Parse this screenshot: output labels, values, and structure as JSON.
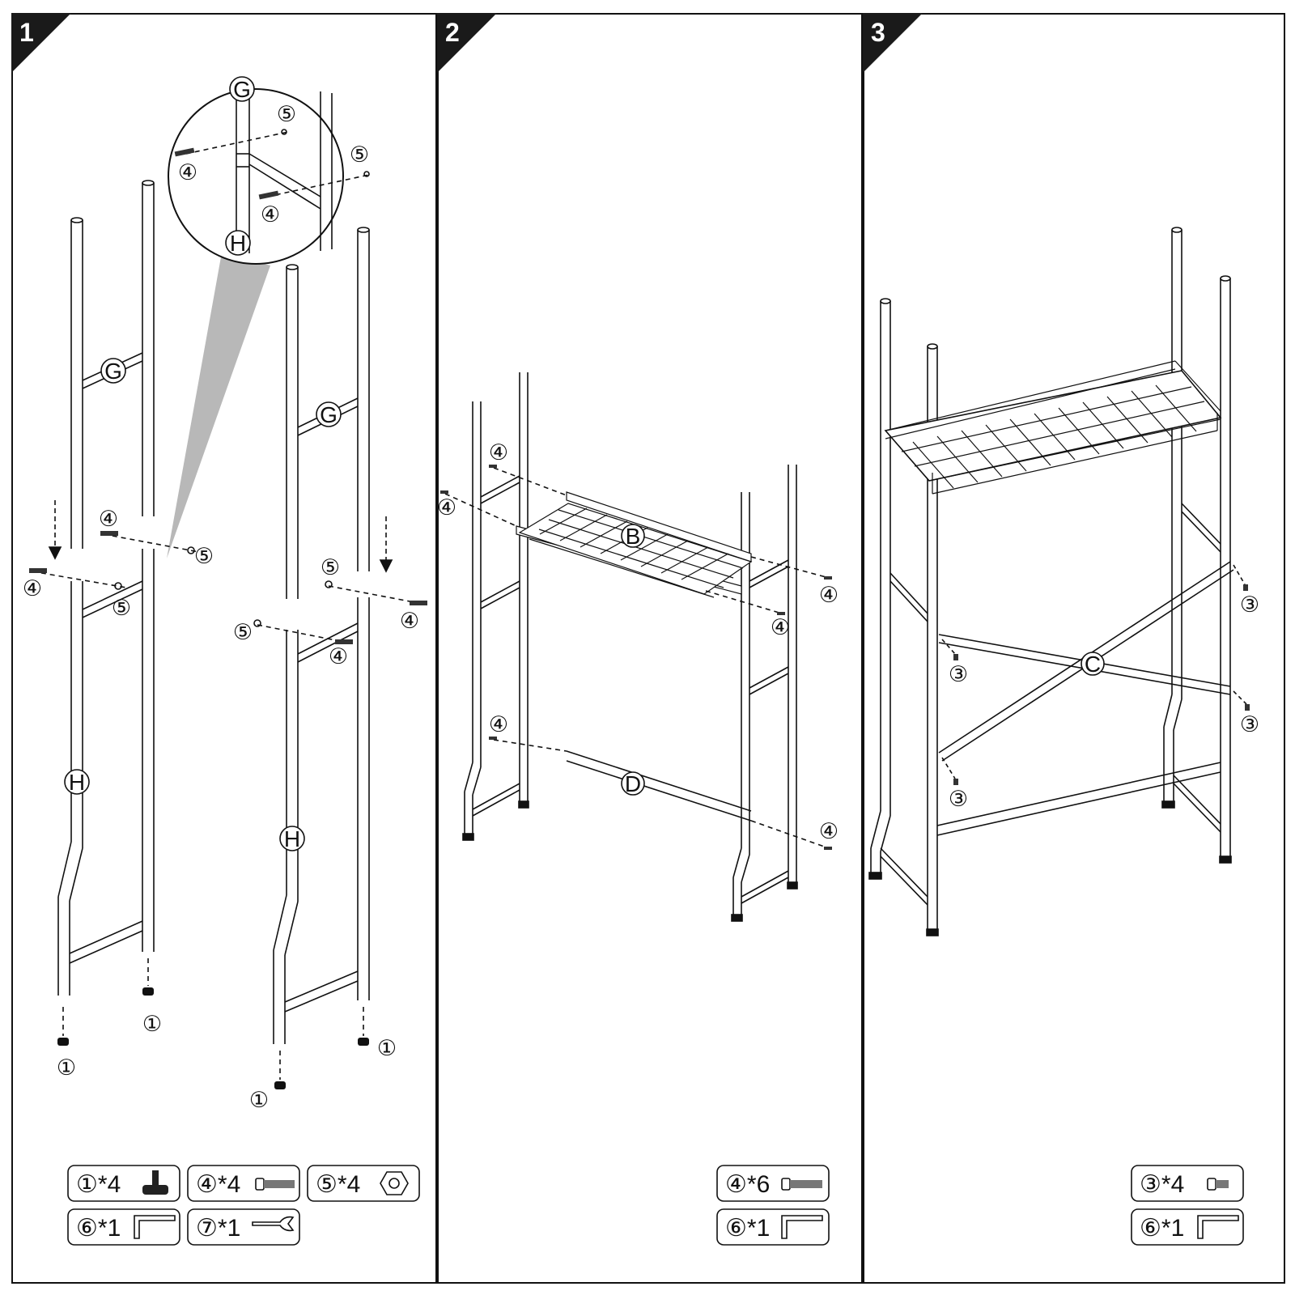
{
  "panels": [
    {
      "step": "1",
      "part_labels": [
        "G",
        "H",
        "G",
        "H"
      ],
      "inset_labels": {
        "top": "G",
        "bottom": "H",
        "screw_a": "⑤",
        "screw_b": "④",
        "screw_c": "⑤",
        "screw_d": "④"
      },
      "hardware_callouts": [
        "④",
        "⑤",
        "④",
        "⑤",
        "⑤",
        "④",
        "⑤",
        "④",
        "①",
        "①",
        "①",
        "①"
      ],
      "parts_list": [
        {
          "text": "①*4",
          "icon": "foot-pad-icon"
        },
        {
          "text": "④*4",
          "icon": "bolt-icon"
        },
        {
          "text": "⑤*4",
          "icon": "hex-nut-icon"
        },
        {
          "text": "⑥*1",
          "icon": "allen-key-icon"
        },
        {
          "text": "⑦*1",
          "icon": "wrench-icon"
        }
      ]
    },
    {
      "step": "2",
      "part_labels": [
        "B",
        "D"
      ],
      "hardware_callouts": [
        "④",
        "④",
        "④",
        "④",
        "④",
        "④"
      ],
      "parts_list": [
        {
          "text": "④*6",
          "icon": "bolt-icon"
        },
        {
          "text": "⑥*1",
          "icon": "allen-key-icon"
        }
      ]
    },
    {
      "step": "3",
      "part_labels": [
        "C"
      ],
      "hardware_callouts": [
        "③",
        "③",
        "③",
        "③"
      ],
      "parts_list": [
        {
          "text": "③*4",
          "icon": "short-bolt-icon"
        },
        {
          "text": "⑥*1",
          "icon": "allen-key-icon"
        }
      ]
    }
  ]
}
